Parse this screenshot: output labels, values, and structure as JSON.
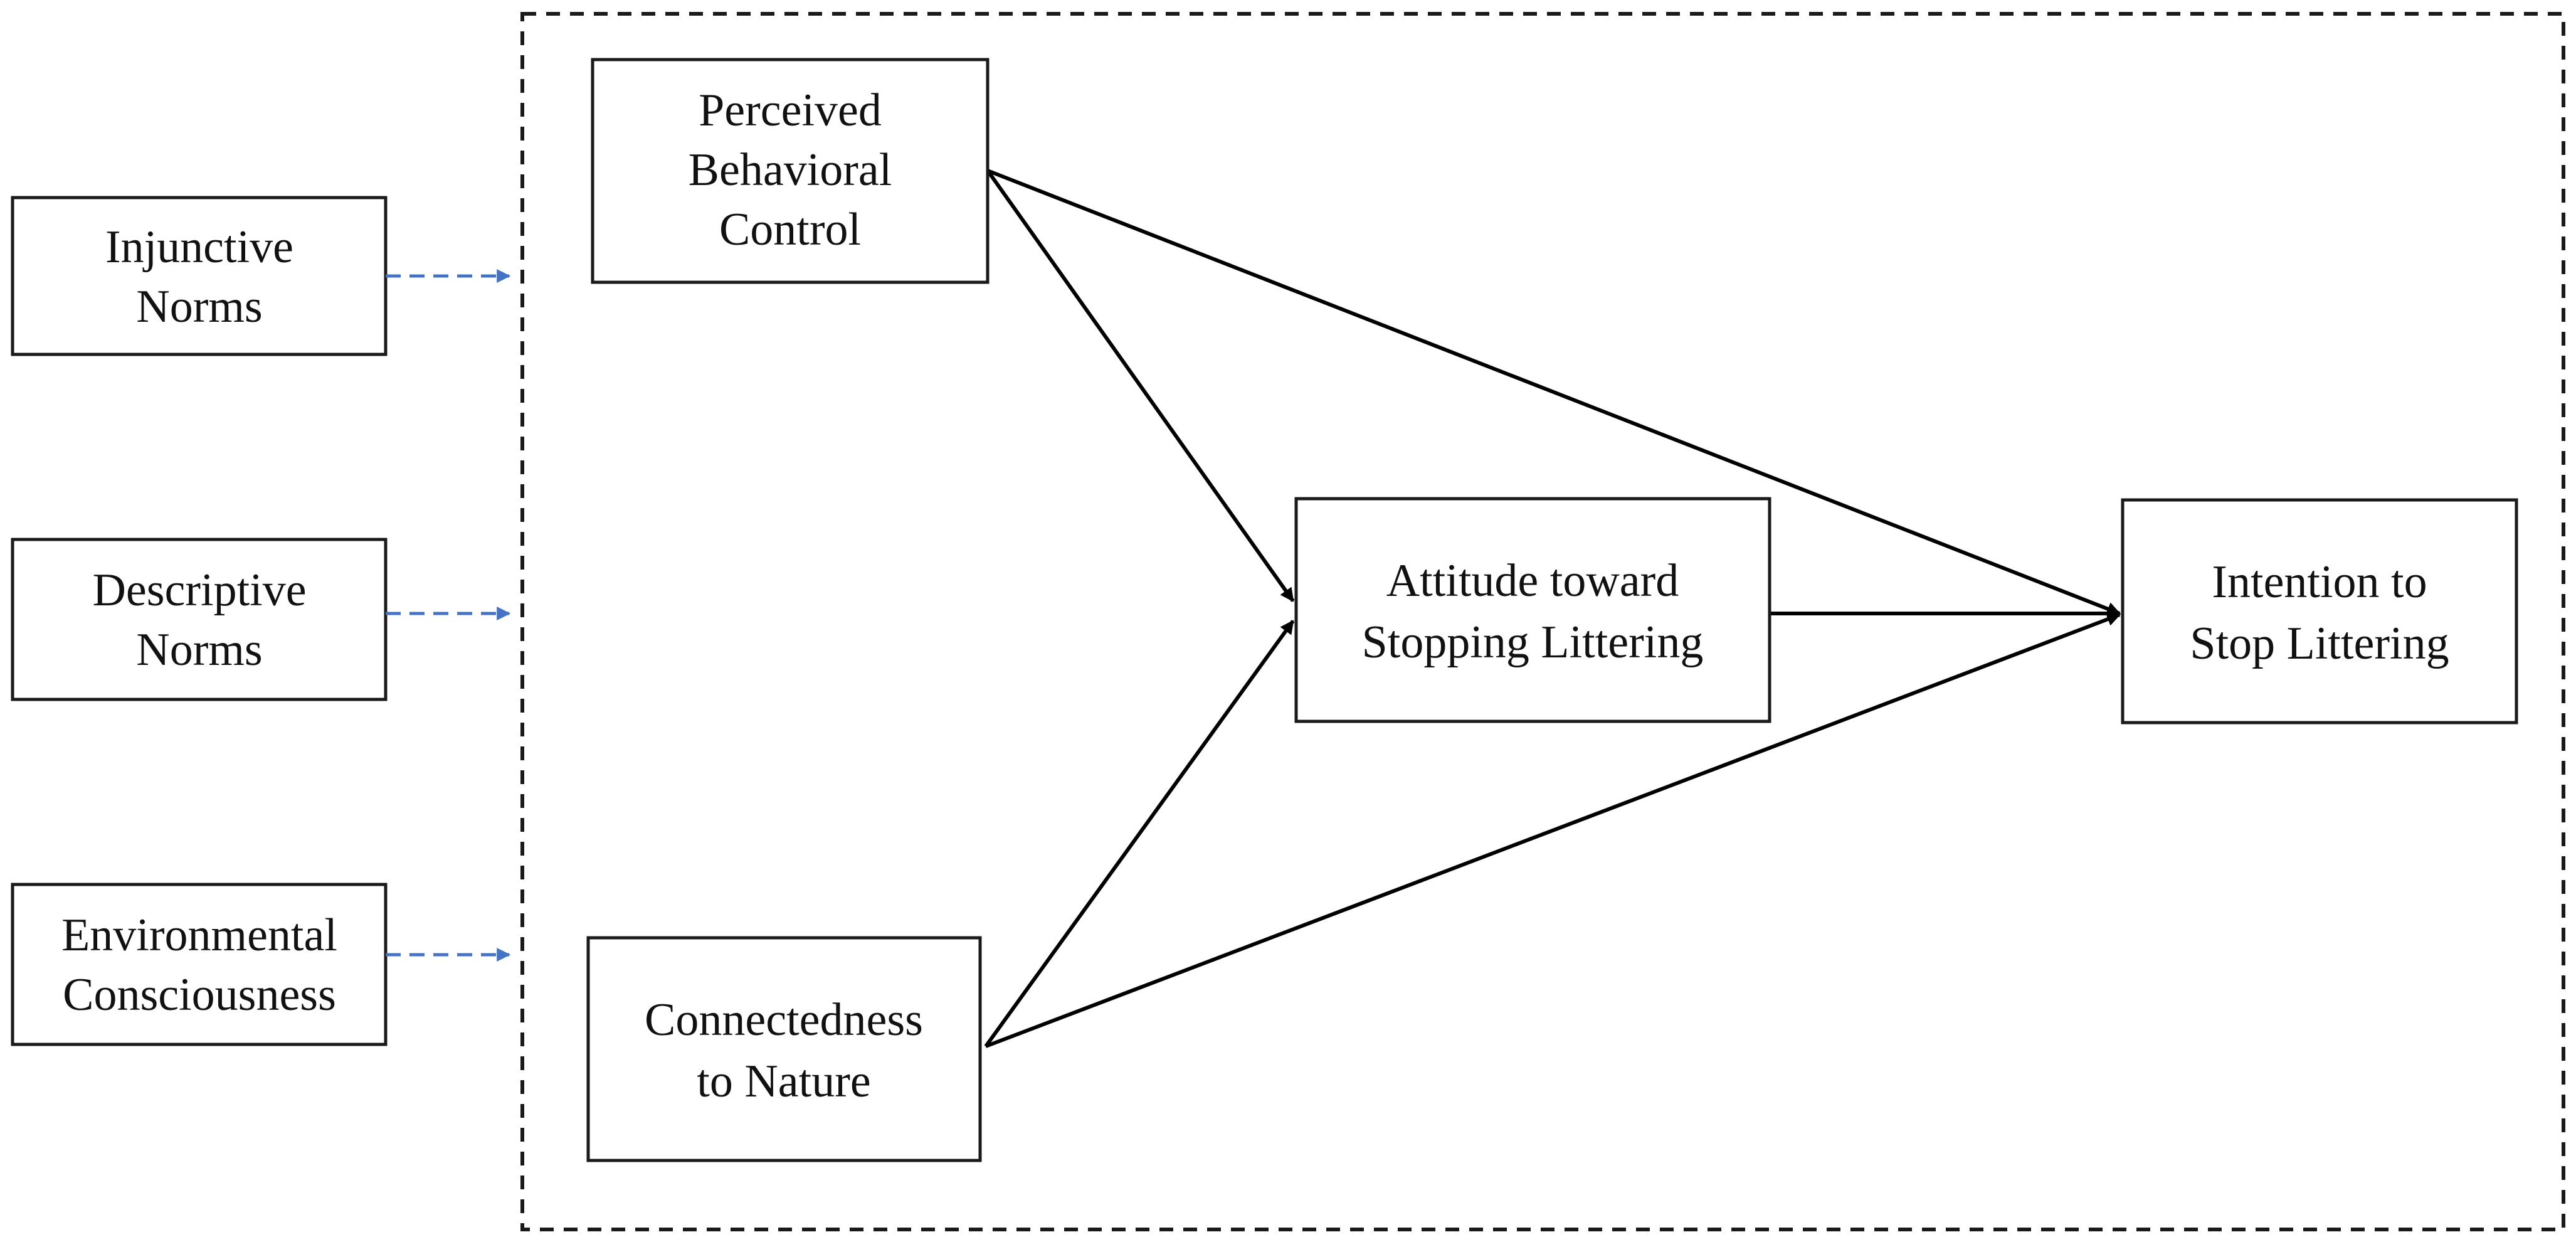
{
  "diagram": {
    "external_nodes": {
      "injunctive_norms": {
        "lines": [
          "Injunctive",
          "Norms"
        ]
      },
      "descriptive_norms": {
        "lines": [
          "Descriptive",
          "Norms"
        ]
      },
      "environmental_consciousness": {
        "lines": [
          "Environmental",
          "Consciousness"
        ]
      }
    },
    "model_nodes": {
      "perceived_behavioral_control": {
        "lines": [
          "Perceived",
          "Behavioral",
          "Control"
        ]
      },
      "connectedness_to_nature": {
        "lines": [
          "Connectedness",
          "to Nature"
        ]
      },
      "attitude": {
        "lines": [
          "Attitude toward",
          "Stopping Littering"
        ]
      },
      "intention": {
        "lines": [
          "Intention to",
          "Stop Littering"
        ]
      }
    },
    "colors": {
      "box_stroke": "#1a1a1a",
      "solid_arrow": "#000000",
      "dashed_arrow": "#4472c4",
      "frame_stroke": "#1a1a1a"
    }
  }
}
